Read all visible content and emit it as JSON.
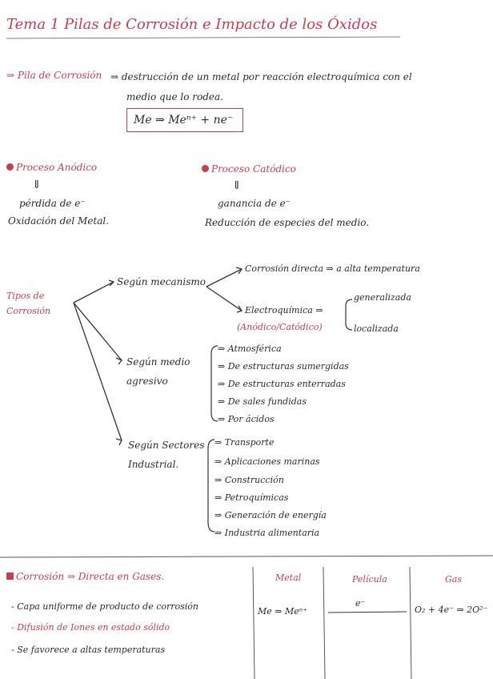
{
  "title": "Tema 1  Pilas de Corrosión e Impacto de los Óxidos",
  "definition": {
    "term": "⇒ Pila de Corrosión",
    "text_line1": "⇒ destrucción de un metal por reacción electroquímica con el",
    "text_line2": "medio que lo rodea.",
    "formula": "Me ⇒ Meⁿ⁺ + ne⁻"
  },
  "processes": {
    "anodic": {
      "label": "Proceso Anódico",
      "arrow": "⇓",
      "line1": "pérdida de e⁻",
      "line2": "Oxidación del Metal."
    },
    "cathodic": {
      "label": "Proceso Catódico",
      "arrow": "⇓",
      "line1": "ganancia de e⁻",
      "line2": "Reducción de especies del medio."
    }
  },
  "types": {
    "root_line1": "Tipos de",
    "root_line2": "Corrosión",
    "mechanism": {
      "label": "Según mecanismo",
      "direct": "Corrosión directa ⇒ a alta temperatura",
      "electro": "Electroquímica ⇒",
      "electro_note": "(Anódico/Catódico)",
      "generalizada": "generalizada",
      "localizada": "localizada"
    },
    "medium": {
      "label_line1": "Según medio",
      "label_line2": "agresivo",
      "items": [
        "Atmosférica",
        "De estructuras sumergidas",
        "De estructuras enterradas",
        "De sales fundidas",
        "Por ácidos"
      ]
    },
    "sectors": {
      "label_line1": "Según Sectores",
      "label_line2": "Industrial.",
      "items": [
        "Transporte",
        "Aplicaciones marinas",
        "Construcción",
        "Petroquímicas",
        "Generación de energía",
        "Industria alimentaria"
      ]
    }
  },
  "direct_gases": {
    "heading": "Corrosión ⇒ Directa en Gases.",
    "bullets": [
      "Capa uniforme de producto de corrosión",
      "Difusión de Iones en estado sólido",
      "Se favorece a altas temperaturas"
    ],
    "table": {
      "headers": [
        "Metal",
        "Película",
        "Gas"
      ],
      "metal": "Me ⇒ Meⁿ⁺",
      "electron": "e⁻",
      "gas": "O₂ + 4e⁻ ⇒ 2O²⁻"
    }
  }
}
